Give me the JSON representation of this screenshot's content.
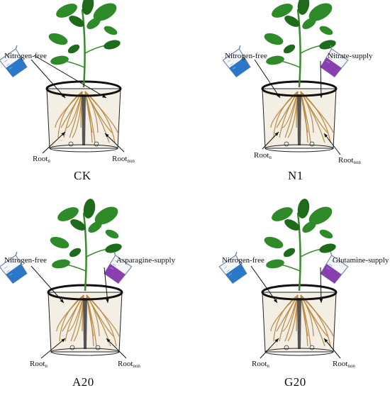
{
  "panels": [
    {
      "id": "ck",
      "condition": "CK",
      "left_solution": "Nitrogen-free",
      "right_solution": "Nitrogen-free",
      "right_color": "#2b78c8",
      "left_color": "#2b78c8",
      "right_side_labeled": false
    },
    {
      "id": "n1",
      "condition": "N1",
      "left_solution": "Nitrogen-free",
      "right_solution": "Nitrate-supply",
      "right_color": "#8a3fb0",
      "left_color": "#2b78c8",
      "right_side_labeled": true
    },
    {
      "id": "a20",
      "condition": "A20",
      "left_solution": "Nitrogen-free",
      "right_solution": "Asparagine-supply",
      "right_color": "#8a3fb0",
      "left_color": "#2b78c8",
      "right_side_labeled": true
    },
    {
      "id": "g20",
      "condition": "G20",
      "left_solution": "Nitrogen-free",
      "right_solution": "Glutamine-supply",
      "right_color": "#8a3fb0",
      "left_color": "#2b78c8",
      "right_side_labeled": true
    }
  ],
  "root_labels": {
    "root_base": "Root",
    "n_sub": "n",
    "non_sub": "non"
  },
  "colors": {
    "leaf": "#2f8a2a",
    "leaf_dark": "#1f6b1c",
    "stem": "#3a8a2e",
    "root": "#b8863f",
    "divider": "#555555",
    "pot_rim": "#111111"
  }
}
